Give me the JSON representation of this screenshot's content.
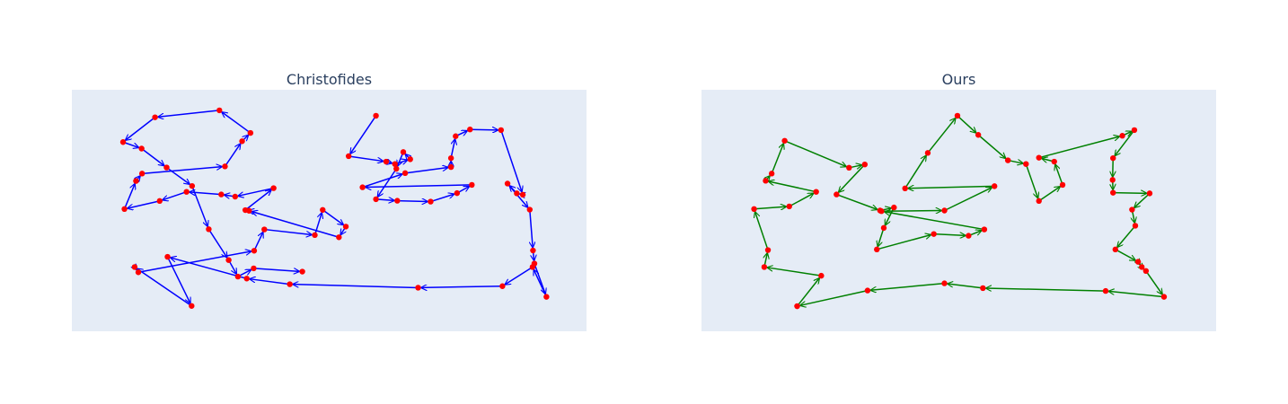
{
  "chart_data": [
    {
      "type": "line",
      "title": "Christofides",
      "xlabel": "",
      "ylabel": "",
      "xlim": [
        0,
        1
      ],
      "ylim": [
        0,
        1
      ],
      "grid": false,
      "line_color": "#0000ff",
      "marker_color": "#ff0000",
      "arrows": true,
      "tour": [
        {
          "x": 0.601,
          "y": 0.064
        },
        {
          "x": 0.542,
          "y": 0.25
        },
        {
          "x": 0.623,
          "y": 0.275
        },
        {
          "x": 0.642,
          "y": 0.286
        },
        {
          "x": 0.675,
          "y": 0.264
        },
        {
          "x": 0.66,
          "y": 0.231
        },
        {
          "x": 0.645,
          "y": 0.308
        },
        {
          "x": 0.601,
          "y": 0.448
        },
        {
          "x": 0.647,
          "y": 0.455
        },
        {
          "x": 0.719,
          "y": 0.459
        },
        {
          "x": 0.776,
          "y": 0.42
        },
        {
          "x": 0.808,
          "y": 0.382
        },
        {
          "x": 0.572,
          "y": 0.393
        },
        {
          "x": 0.664,
          "y": 0.328
        },
        {
          "x": 0.763,
          "y": 0.3
        },
        {
          "x": 0.763,
          "y": 0.259
        },
        {
          "x": 0.773,
          "y": 0.158
        },
        {
          "x": 0.804,
          "y": 0.127
        },
        {
          "x": 0.871,
          "y": 0.13
        },
        {
          "x": 0.918,
          "y": 0.427
        },
        {
          "x": 0.905,
          "y": 0.421
        },
        {
          "x": 0.885,
          "y": 0.376
        },
        {
          "x": 0.933,
          "y": 0.496
        },
        {
          "x": 0.94,
          "y": 0.684
        },
        {
          "x": 0.943,
          "y": 0.744
        },
        {
          "x": 0.969,
          "y": 0.897
        },
        {
          "x": 0.939,
          "y": 0.76
        },
        {
          "x": 0.874,
          "y": 0.848
        },
        {
          "x": 0.692,
          "y": 0.855
        },
        {
          "x": 0.415,
          "y": 0.839
        },
        {
          "x": 0.322,
          "y": 0.813
        },
        {
          "x": 0.151,
          "y": 0.713
        },
        {
          "x": 0.203,
          "y": 0.939
        },
        {
          "x": 0.08,
          "y": 0.76
        },
        {
          "x": 0.088,
          "y": 0.784
        },
        {
          "x": 0.338,
          "y": 0.685
        },
        {
          "x": 0.36,
          "y": 0.587
        },
        {
          "x": 0.469,
          "y": 0.613
        },
        {
          "x": 0.486,
          "y": 0.497
        },
        {
          "x": 0.536,
          "y": 0.574
        },
        {
          "x": 0.521,
          "y": 0.623
        },
        {
          "x": 0.327,
          "y": 0.501
        },
        {
          "x": 0.319,
          "y": 0.498
        },
        {
          "x": 0.38,
          "y": 0.397
        },
        {
          "x": 0.297,
          "y": 0.436
        },
        {
          "x": 0.267,
          "y": 0.426
        },
        {
          "x": 0.192,
          "y": 0.414
        },
        {
          "x": 0.134,
          "y": 0.456
        },
        {
          "x": 0.058,
          "y": 0.493
        },
        {
          "x": 0.083,
          "y": 0.364
        },
        {
          "x": 0.096,
          "y": 0.33
        },
        {
          "x": 0.275,
          "y": 0.297
        },
        {
          "x": 0.312,
          "y": 0.181
        },
        {
          "x": 0.33,
          "y": 0.143
        },
        {
          "x": 0.263,
          "y": 0.039
        },
        {
          "x": 0.124,
          "y": 0.071
        },
        {
          "x": 0.055,
          "y": 0.185
        },
        {
          "x": 0.095,
          "y": 0.215
        },
        {
          "x": 0.149,
          "y": 0.302
        },
        {
          "x": 0.204,
          "y": 0.387
        },
        {
          "x": 0.24,
          "y": 0.586
        },
        {
          "x": 0.283,
          "y": 0.728
        },
        {
          "x": 0.303,
          "y": 0.804
        },
        {
          "x": 0.337,
          "y": 0.766
        },
        {
          "x": 0.442,
          "y": 0.781
        }
      ]
    },
    {
      "type": "line",
      "title": "Ours",
      "xlabel": "",
      "ylabel": "",
      "xlim": [
        0,
        1
      ],
      "ylim": [
        0,
        1
      ],
      "grid": false,
      "line_color": "#008000",
      "marker_color": "#ff0000",
      "arrows": true,
      "tour": [
        {
          "x": 0.151,
          "y": 0.94
        },
        {
          "x": 0.203,
          "y": 0.8
        },
        {
          "x": 0.08,
          "y": 0.76
        },
        {
          "x": 0.088,
          "y": 0.682
        },
        {
          "x": 0.058,
          "y": 0.493
        },
        {
          "x": 0.134,
          "y": 0.481
        },
        {
          "x": 0.192,
          "y": 0.414
        },
        {
          "x": 0.083,
          "y": 0.363
        },
        {
          "x": 0.096,
          "y": 0.33
        },
        {
          "x": 0.124,
          "y": 0.179
        },
        {
          "x": 0.263,
          "y": 0.303
        },
        {
          "x": 0.297,
          "y": 0.288
        },
        {
          "x": 0.236,
          "y": 0.426
        },
        {
          "x": 0.33,
          "y": 0.5
        },
        {
          "x": 0.36,
          "y": 0.486
        },
        {
          "x": 0.338,
          "y": 0.58
        },
        {
          "x": 0.323,
          "y": 0.679
        },
        {
          "x": 0.446,
          "y": 0.608
        },
        {
          "x": 0.521,
          "y": 0.616
        },
        {
          "x": 0.555,
          "y": 0.587
        },
        {
          "x": 0.333,
          "y": 0.503
        },
        {
          "x": 0.469,
          "y": 0.5
        },
        {
          "x": 0.577,
          "y": 0.388
        },
        {
          "x": 0.384,
          "y": 0.398
        },
        {
          "x": 0.433,
          "y": 0.235
        },
        {
          "x": 0.497,
          "y": 0.064
        },
        {
          "x": 0.542,
          "y": 0.152
        },
        {
          "x": 0.606,
          "y": 0.269
        },
        {
          "x": 0.645,
          "y": 0.286
        },
        {
          "x": 0.673,
          "y": 0.456
        },
        {
          "x": 0.724,
          "y": 0.382
        },
        {
          "x": 0.706,
          "y": 0.275
        },
        {
          "x": 0.673,
          "y": 0.257
        },
        {
          "x": 0.853,
          "y": 0.156
        },
        {
          "x": 0.879,
          "y": 0.13
        },
        {
          "x": 0.833,
          "y": 0.259
        },
        {
          "x": 0.832,
          "y": 0.359
        },
        {
          "x": 0.833,
          "y": 0.418
        },
        {
          "x": 0.912,
          "y": 0.421
        },
        {
          "x": 0.874,
          "y": 0.496
        },
        {
          "x": 0.881,
          "y": 0.57
        },
        {
          "x": 0.838,
          "y": 0.679
        },
        {
          "x": 0.887,
          "y": 0.736
        },
        {
          "x": 0.895,
          "y": 0.76
        },
        {
          "x": 0.904,
          "y": 0.778
        },
        {
          "x": 0.943,
          "y": 0.897
        },
        {
          "x": 0.817,
          "y": 0.87
        },
        {
          "x": 0.552,
          "y": 0.857
        },
        {
          "x": 0.469,
          "y": 0.835
        },
        {
          "x": 0.303,
          "y": 0.868
        },
        {
          "x": 0.151,
          "y": 0.94
        }
      ]
    }
  ]
}
